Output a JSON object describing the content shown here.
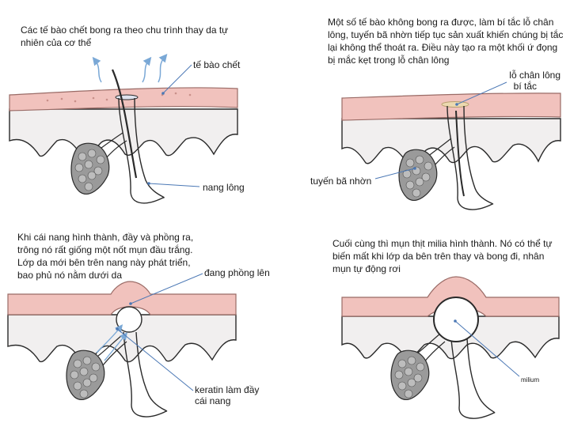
{
  "panels": [
    {
      "caption": "Các tế bào chết bong ra theo chu trình thay da tự nhiên của cơ thể",
      "labels": {
        "dead_cells": "tế bào chết",
        "hair_follicle": "nang lông"
      }
    },
    {
      "caption": "Một số tế bào không bong ra được, làm bí tắc lỗ chân lông, tuyến bã nhờn tiếp tục sản xuất khiến chúng bị tắc lại không thể thoát ra. Điều này tạo ra một khối ứ đọng bị mắc kẹt trong lỗ chân lông",
      "labels": {
        "blocked_pore_1": "lỗ chân lông",
        "blocked_pore_2": "bí tắc",
        "sebaceous_gland": "tuyến bã nhờn"
      }
    },
    {
      "caption": "Khi cái nang hình thành, đầy và phồng ra, trông nó rất giống một nốt mụn đầu trắng. Lớp da mới bên trên nang này phát triển, bao phủ nó nằm dưới da",
      "labels": {
        "swelling": "đang phồng lên",
        "keratin_1": "keratin làm đầy",
        "keratin_2": "cái nang"
      }
    },
    {
      "caption": "Cuối cùng thì mụn thịt milia hình thành. Nó có thể tự biến mất khi lớp da bên trên thay và bong đi, nhân mụn tự động rơi",
      "labels": {
        "milium": "milium"
      }
    }
  ],
  "colors": {
    "skin": "#f1c2bd",
    "skin_stroke": "#9a6b66",
    "dermis": "#f1efef",
    "gland": "#9a9a9a",
    "arrow": "#7aa8d6",
    "leader": "#4b78b5"
  }
}
